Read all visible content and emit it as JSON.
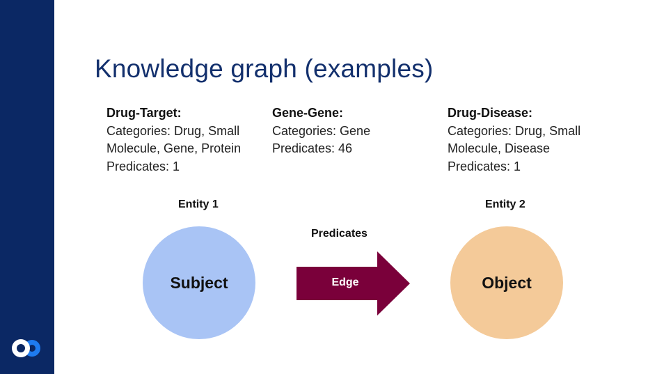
{
  "slide": {
    "title": "Knowledge graph (examples)"
  },
  "categories": [
    {
      "heading": "Drug-Target:",
      "lines": [
        "Categories: Drug, Small",
        "Molecule, Gene, Protein",
        "Predicates: 1"
      ]
    },
    {
      "heading": "Gene-Gene:",
      "lines": [
        "Categories: Gene",
        "Predicates: 46"
      ]
    },
    {
      "heading": "Drug-Disease:",
      "lines": [
        "Categories: Drug, Small",
        "Molecule, Disease",
        "Predicates: 1"
      ]
    }
  ],
  "diagram": {
    "entity1_label": "Entity 1",
    "entity2_label": "Entity 2",
    "predicates_label": "Predicates",
    "subject": "Subject",
    "edge": "Edge",
    "object": "Object"
  },
  "colors": {
    "sidebar": "#0b2864",
    "title": "#13306d",
    "subject_fill": "#a9c4f5",
    "object_fill": "#f4ca99",
    "edge_fill": "#7a003a",
    "logo_blue": "#1e7bf0"
  },
  "icons": {
    "logo": "infinity-link-logo-icon"
  }
}
